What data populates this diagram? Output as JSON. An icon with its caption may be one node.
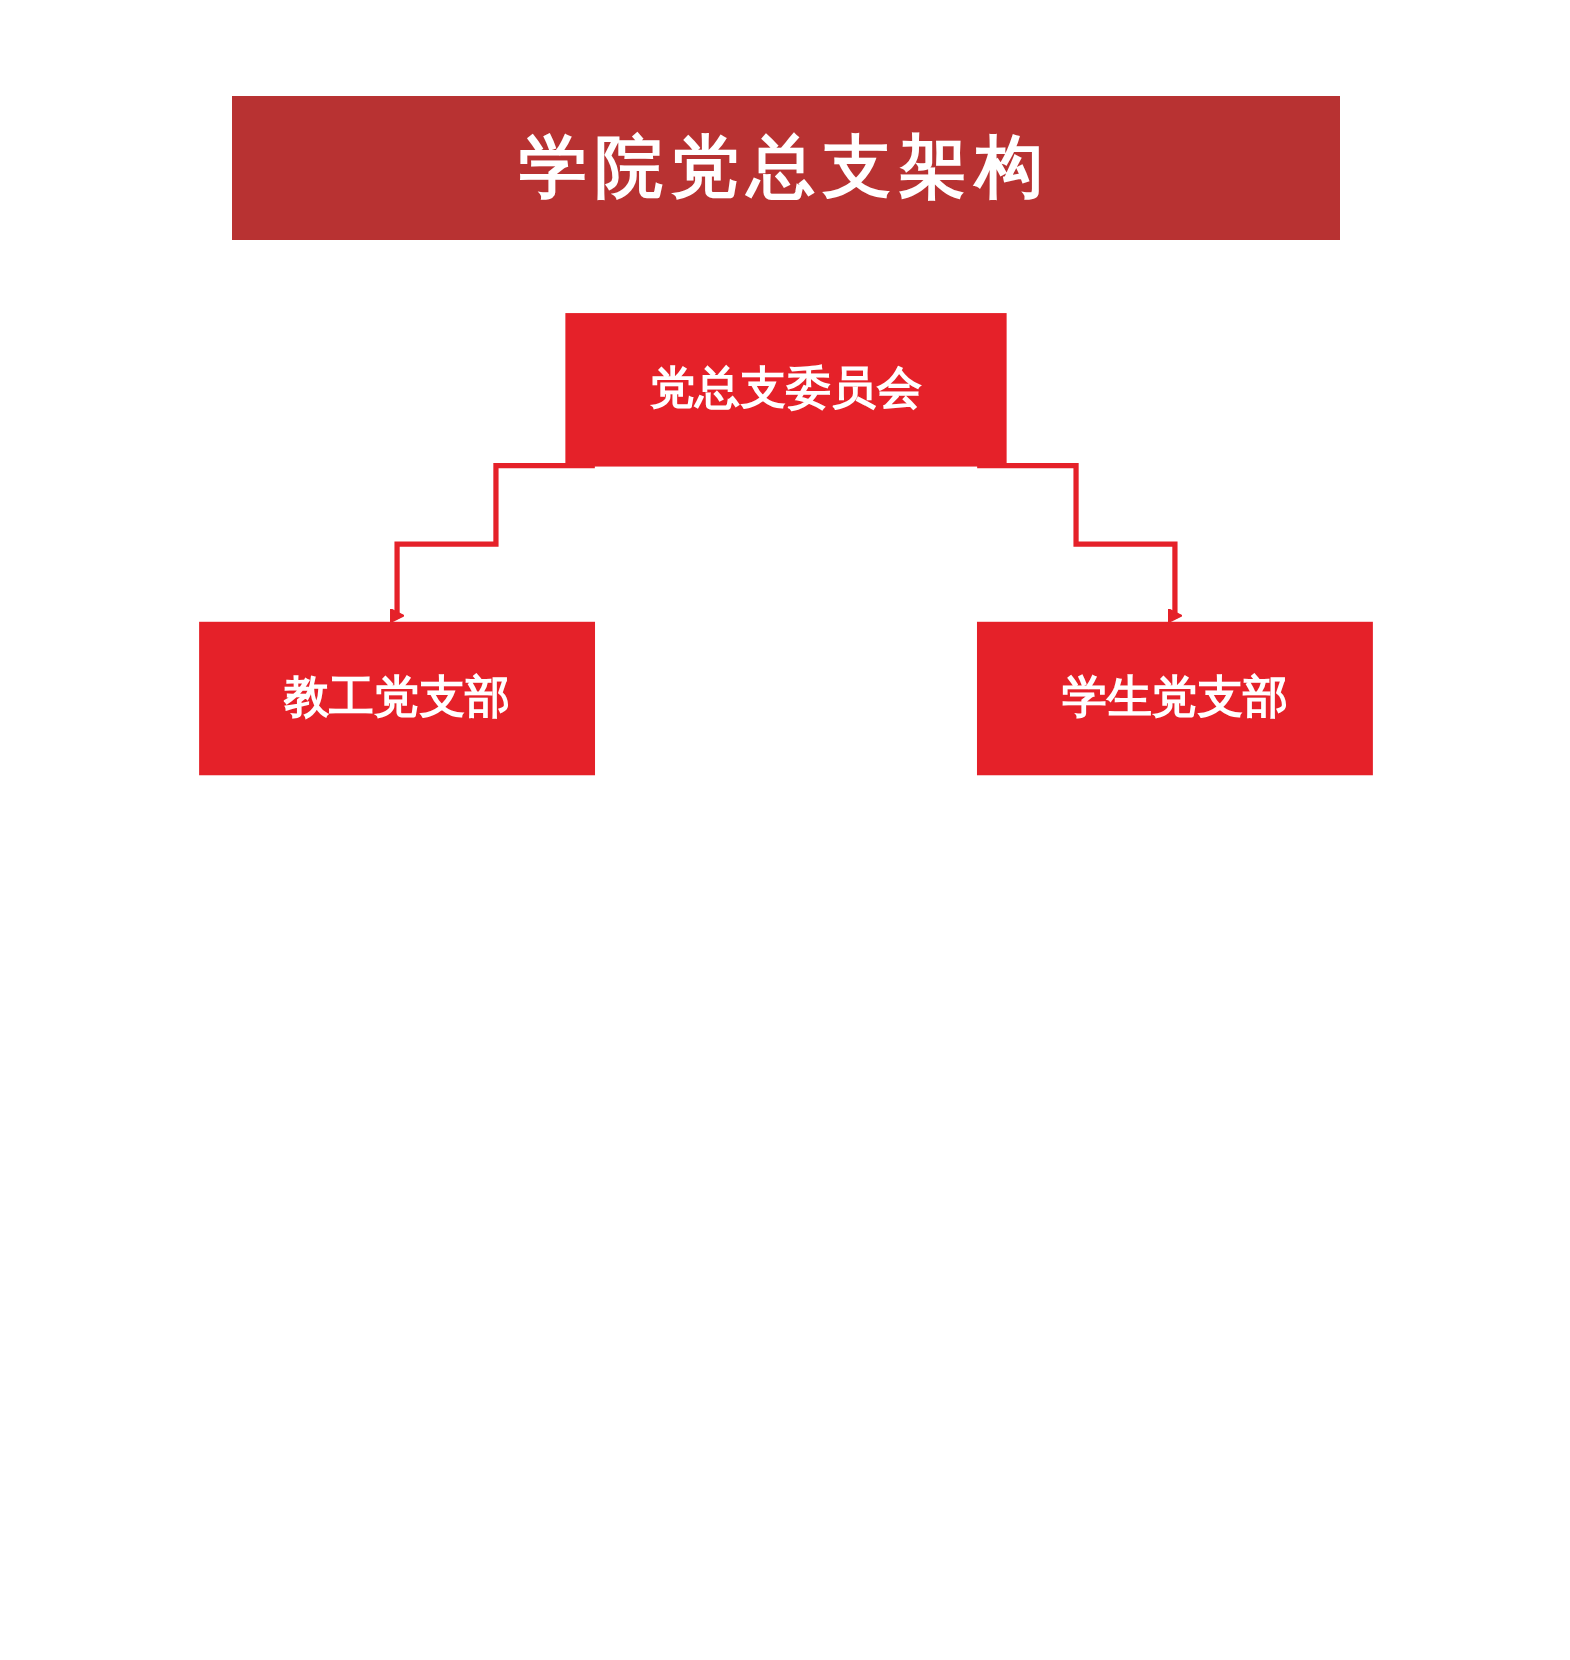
{
  "diagram": {
    "title": "学院党总支架构",
    "nodes": [
      {
        "text": [
          "党总支委员会"
        ]
      },
      {
        "text": [
          "教工党支部"
        ]
      },
      {
        "text": [
          "学生党支部"
        ]
      }
    ],
    "edges": [
      {
        "from": 0,
        "to": 1,
        "arrow": "to"
      },
      {
        "from": 0,
        "to": 2,
        "arrow": "to"
      }
    ]
  }
}
